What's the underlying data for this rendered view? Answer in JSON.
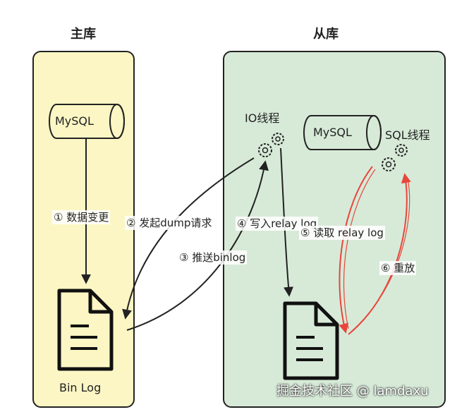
{
  "colors": {
    "master_fill": "#fbf6c4",
    "slave_fill": "#d7ead8",
    "line": "#222222",
    "replay": "#e8463c",
    "watermark": "#ffffff"
  },
  "master": {
    "title": "主库",
    "db_label": "MySQL",
    "file_label": "Bin Log"
  },
  "slave": {
    "title": "从库",
    "db_label": "MySQL",
    "io_thread_label": "IO线程",
    "sql_thread_label": "SQL线程"
  },
  "steps": {
    "step1": "① 数据变更",
    "step2": "② 发起dump请求",
    "step3": "③ 推送binlog",
    "step4": "④ 写入relay log",
    "step5": "⑤ 读取 relay log",
    "step6": "⑥ 重放"
  },
  "icons": {
    "master_db": "database-cylinder-icon",
    "slave_db": "database-cylinder-icon",
    "io_thread": "gears-icon",
    "sql_thread": "gears-icon",
    "binlog_file": "document-icon",
    "relaylog_file": "document-icon"
  },
  "watermark": "掘金技术社区 @ lamdaxu"
}
